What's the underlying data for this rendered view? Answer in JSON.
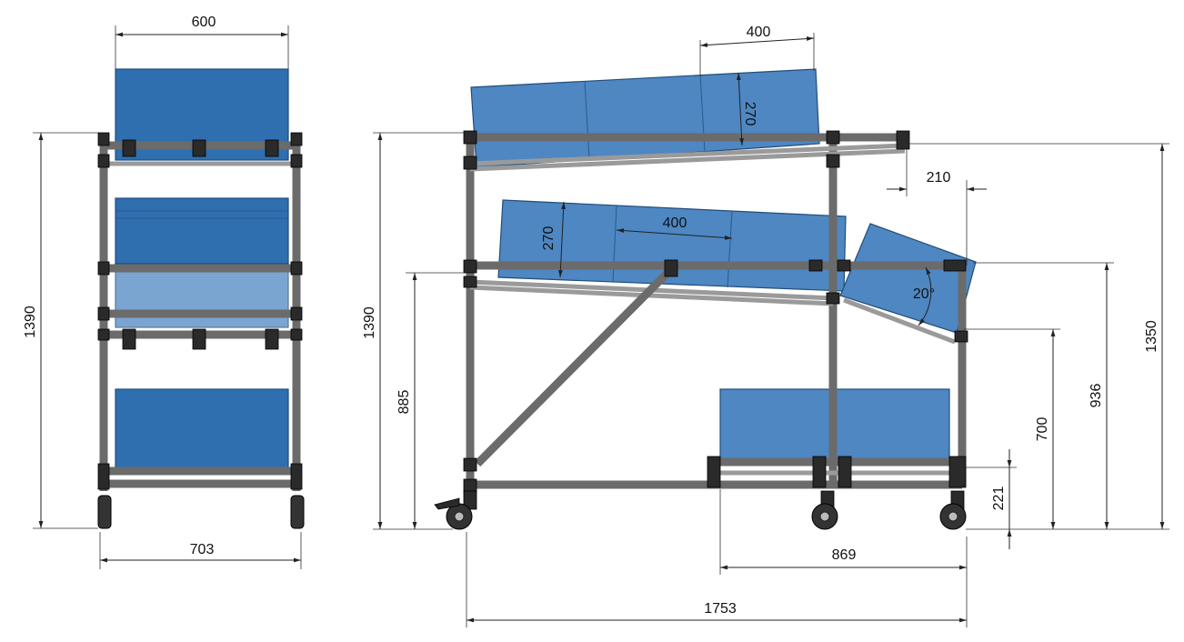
{
  "dimensions": {
    "front_top_width": "600",
    "front_bottom_width": "703",
    "front_height": "1390",
    "side_height_left": "1390",
    "side_mid_shelf": "885",
    "top_bin_length": "400",
    "top_bin_height": "270",
    "mid_bin_height": "270",
    "mid_bin_length": "400",
    "overhang": "210",
    "angle": "20°",
    "height_1350": "1350",
    "height_936": "936",
    "height_700": "700",
    "height_221": "221",
    "base_869": "869",
    "overall_length": "1753"
  },
  "colors": {
    "bin_blue": "#4e87c2",
    "frame_grey": "#6b6b6b"
  }
}
